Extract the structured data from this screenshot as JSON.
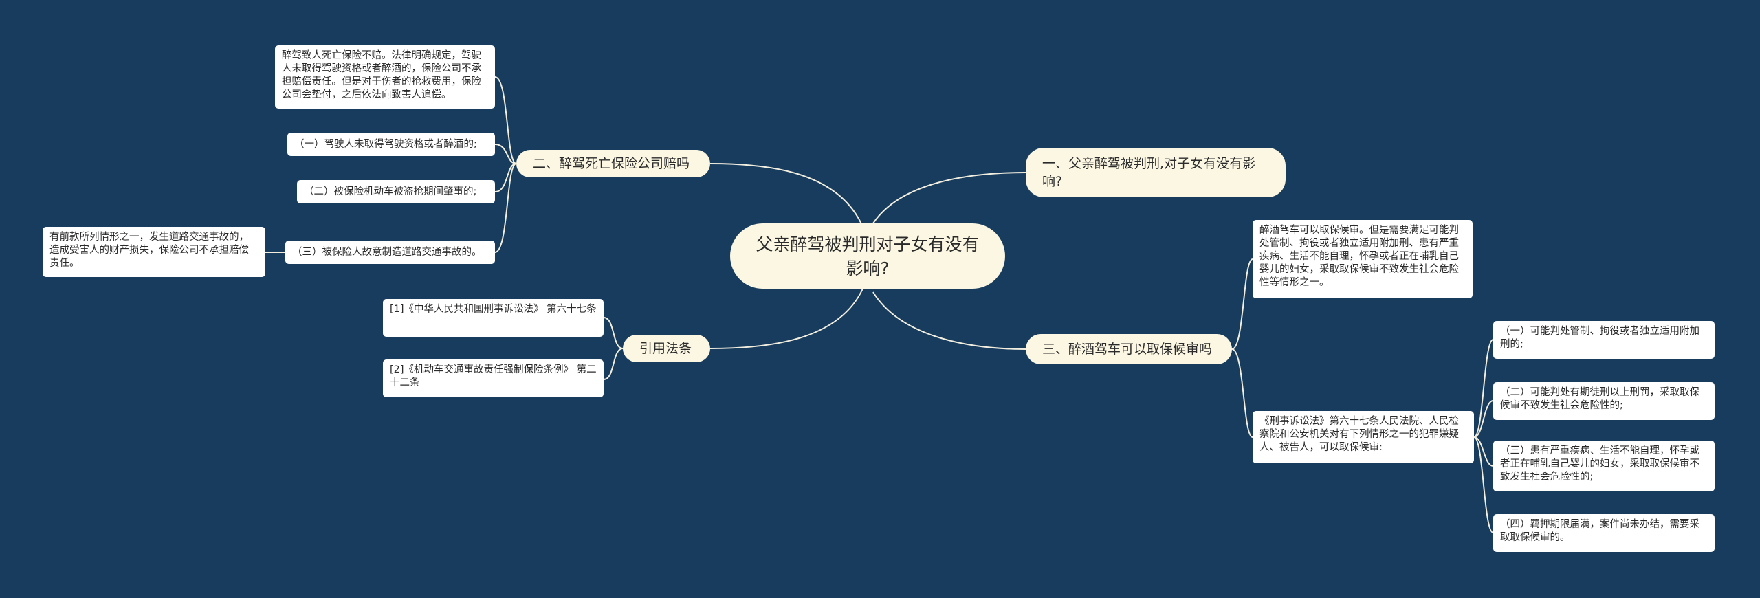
{
  "root": "父亲醉驾被判刑对子女有没有影响?",
  "branches": {
    "b1": "一、父亲醉驾被判刑,对子女有没有影响?",
    "b2": "二、醉驾死亡保险公司赔吗",
    "b3": "三、醉酒驾车可以取保候审吗",
    "b4": "引用法条"
  },
  "b2_items": {
    "intro": "醉驾致人死亡保险不赔。法律明确规定，驾驶人未取得驾驶资格或者醉酒的，保险公司不承担赔偿责任。但是对于伤者的抢救费用，保险公司会垫付，之后依法向致害人追偿。",
    "c1": "（一）驾驶人未取得驾驶资格或者醉酒的;",
    "c2": "（二）被保险机动车被盗抢期间肇事的;",
    "c3": "（三）被保险人故意制造道路交通事故的。",
    "c3_note": "有前款所列情形之一，发生道路交通事故的，造成受害人的财产损失，保险公司不承担赔偿责任。"
  },
  "b3_items": {
    "intro": "醉酒驾车可以取保候审。但是需要满足可能判处管制、拘役或者独立适用附加刑、患有严重疾病、生活不能自理，怀孕或者正在哺乳自己婴儿的妇女，采取取保候审不致发生社会危险性等情形之一。",
    "law": "《刑事诉讼法》第六十七条人民法院、人民检察院和公安机关对有下列情形之一的犯罪嫌疑人、被告人，可以取保候审:",
    "l1": "（一）可能判处管制、拘役或者独立适用附加刑的;",
    "l2": "（二）可能判处有期徒刑以上刑罚，采取取保候审不致发生社会危险性的;",
    "l3": "（三）患有严重疾病、生活不能自理，怀孕或者正在哺乳自己婴儿的妇女，采取取保候审不致发生社会危险性的;",
    "l4": "（四）羁押期限届满，案件尚未办结，需要采取取保候审的。"
  },
  "b4_items": {
    "r1": "[1]《中华人民共和国刑事诉讼法》 第六十七条",
    "r2": "[2]《机动车交通事故责任强制保险条例》 第二十二条"
  },
  "colors": {
    "background": "#173c5e",
    "node_fill": "#fbf7e3",
    "leaf_fill": "#ffffff",
    "line": "#f2eedf",
    "text": "#2b2b2b"
  }
}
